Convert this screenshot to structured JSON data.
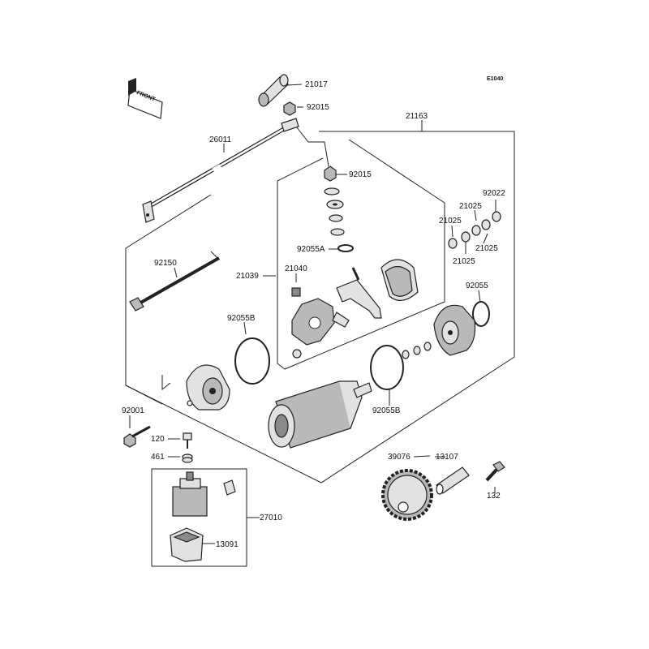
{
  "diagram": {
    "ref_code": "E1040",
    "front_marker": "FRONT",
    "labels": {
      "l21017": "21017",
      "l92015a": "92015",
      "l21163": "21163",
      "l26011": "26011",
      "l92015b": "92015",
      "l92022": "92022",
      "l21025a": "21025",
      "l21025b": "21025",
      "l21025c": "21025",
      "l21025d": "21025",
      "l92055A": "92055A",
      "l92150": "92150",
      "l21040": "21040",
      "l21039": "21039",
      "l92055": "92055",
      "l92055Ba": "92055B",
      "l92055Bb": "92055B",
      "l92001": "92001",
      "l120": "120",
      "l461": "461",
      "l27010": "27010",
      "l13091": "13091",
      "l39076": "39076",
      "l13107": "13107",
      "l132": "132"
    }
  }
}
